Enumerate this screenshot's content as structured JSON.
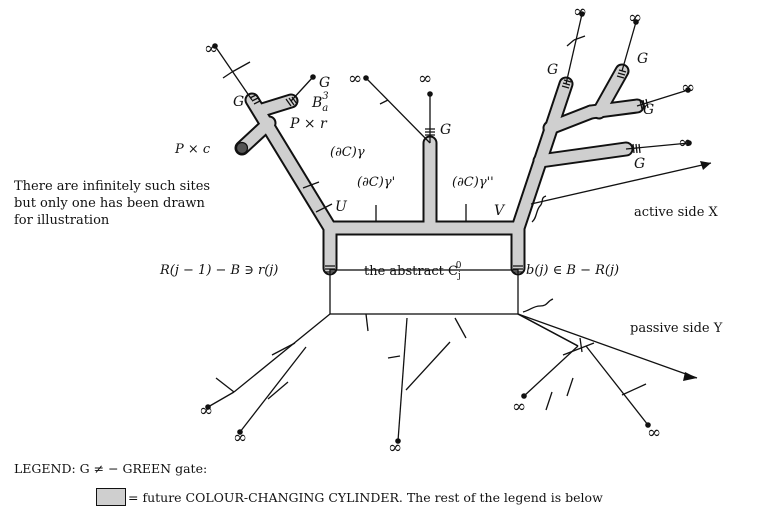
{
  "colors": {
    "cylinder_fill": "#cfcfcf",
    "line": "#111111",
    "dot": "#111111",
    "dot_large": "#555555"
  },
  "labels": {
    "infinity": "∞",
    "g_gate": "G",
    "b_label": "B",
    "b_sub": "a",
    "b_sup": "3",
    "p_times_r": "P × r",
    "p_times_c": "P × c",
    "d_gamma": "(∂C)γ",
    "d_gamma_p": "(∂C)γ'",
    "d_gamma_pp": "(∂C)γ''",
    "u": "U",
    "v": "V",
    "abstract": "the abstract C",
    "abstract_sub": "j",
    "abstract_sup": "0",
    "left_relation": "R(j − 1) − B ∋ r(j)",
    "right_relation": "b(j) ∈ B − R(j)",
    "active_side": "active side X",
    "passive_side": "passive side Y",
    "note_lines": [
      "There are infinitely such sites",
      "but only one has been drawn",
      "for illustration"
    ]
  },
  "legend": {
    "line1": "LEGEND: G ≠ − GREEN gate:",
    "line2": "= future COLOUR-CHANGING CYLINDER. The rest of the legend is below"
  }
}
